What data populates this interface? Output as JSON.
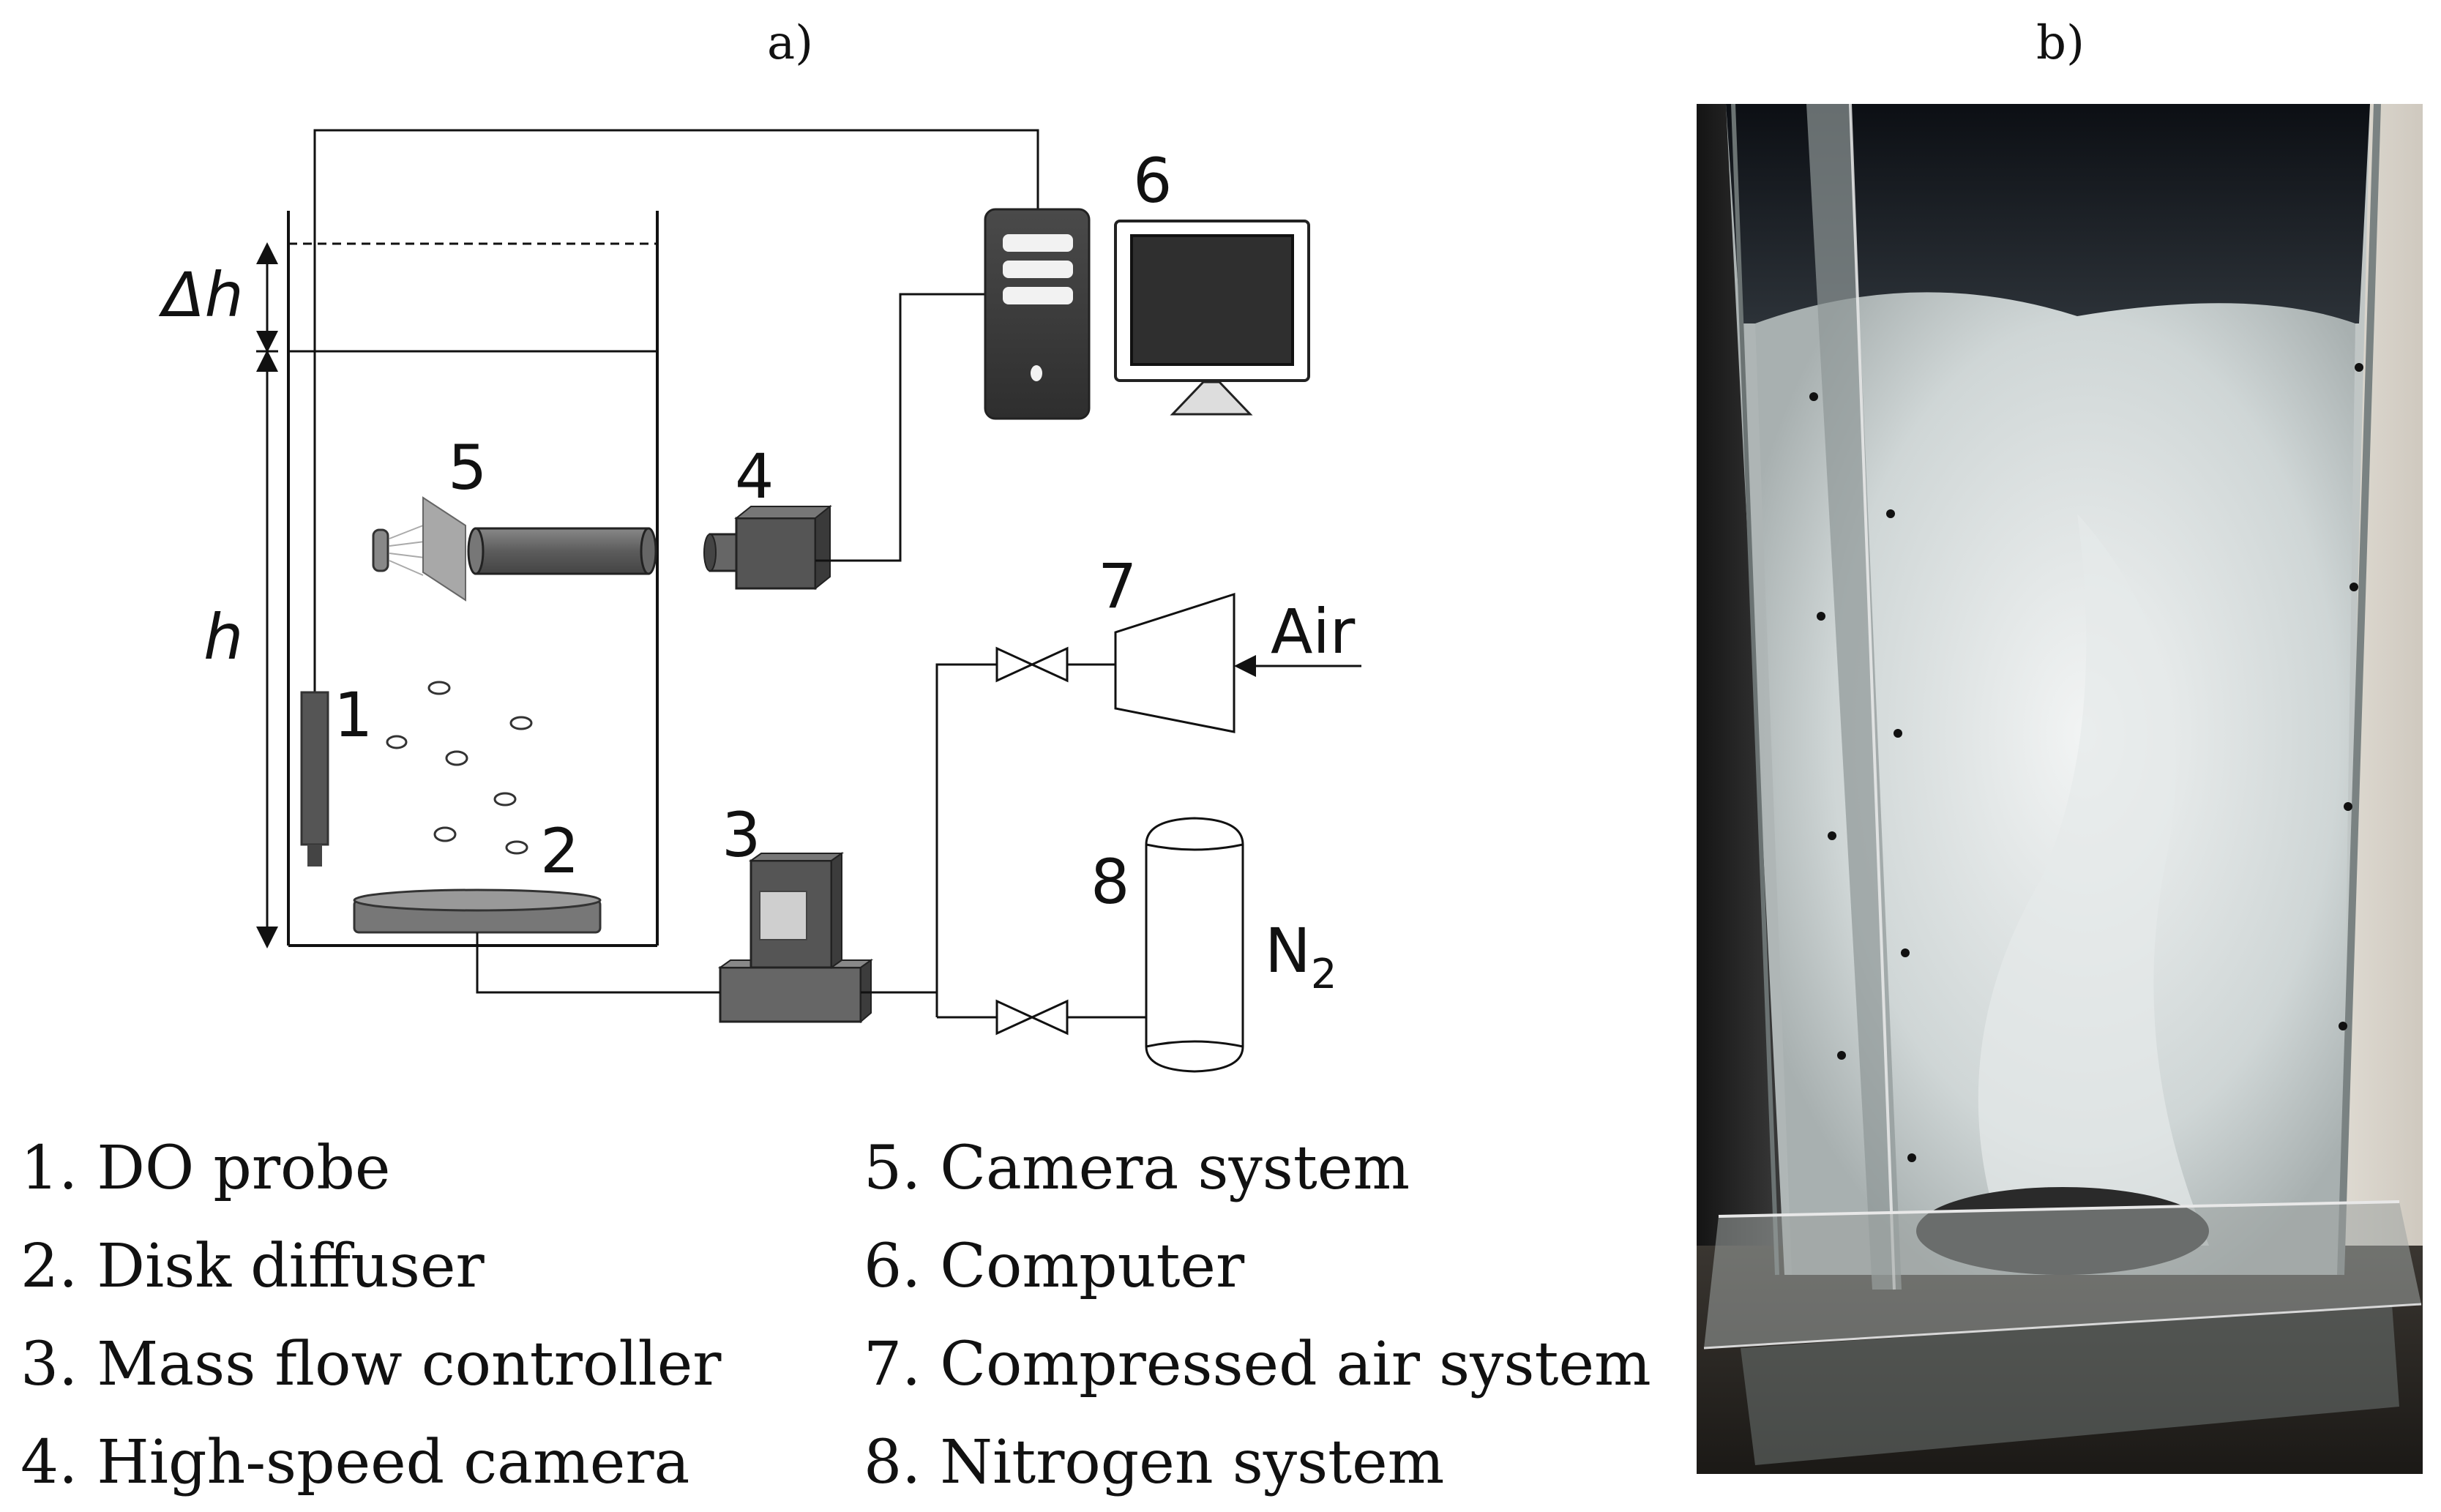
{
  "panels": {
    "a_label": "a)",
    "b_label": "b)"
  },
  "diagram": {
    "dimension_labels": {
      "delta_h": "Δh",
      "h": "h"
    },
    "component_numbers": [
      "1",
      "2",
      "3",
      "4",
      "5",
      "6",
      "7",
      "8"
    ],
    "gas_labels": {
      "air": "Air",
      "nitrogen_main": "N",
      "nitrogen_sub": "2"
    }
  },
  "legend": {
    "left": [
      "1. DO probe",
      "2. Disk diffuser",
      "3. Mass flow controller",
      "4. High-speed camera"
    ],
    "right": [
      "5. Camera system",
      "6. Computer",
      "7. Compressed air system",
      "8. Nitrogen system"
    ]
  },
  "photo": {
    "description_colors": {
      "background_dark": "#1a1a1a",
      "wall_light": "#d8d4cc",
      "bubble_plume": "#e8ecec",
      "acrylic_edge": "#9aa0a0",
      "diffuser": "#2a2a2a"
    }
  }
}
